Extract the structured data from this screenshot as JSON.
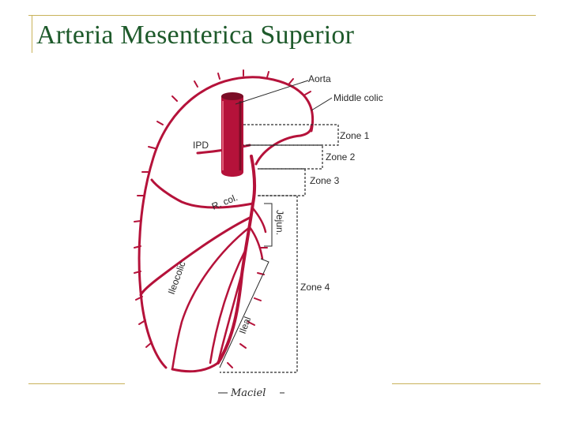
{
  "slide": {
    "title": "Arteria Mesenterica Superior"
  },
  "diagram": {
    "labels": {
      "aorta": "Aorta",
      "middle_colic": "Middle colic",
      "ipd": "IPD",
      "r_col": "R. col.",
      "jejun": "Jejun.",
      "ileocolic": "Ileocolic",
      "ileal": "Ileal",
      "zone1": "Zone 1",
      "zone2": "Zone 2",
      "zone3": "Zone 3",
      "zone4": "Zone 4"
    },
    "signature": "Maciel",
    "colors": {
      "artery": "#b5123a",
      "artery_dark": "#7a0d26",
      "title": "#1e5a2b",
      "rule": "#c9b25a"
    }
  }
}
